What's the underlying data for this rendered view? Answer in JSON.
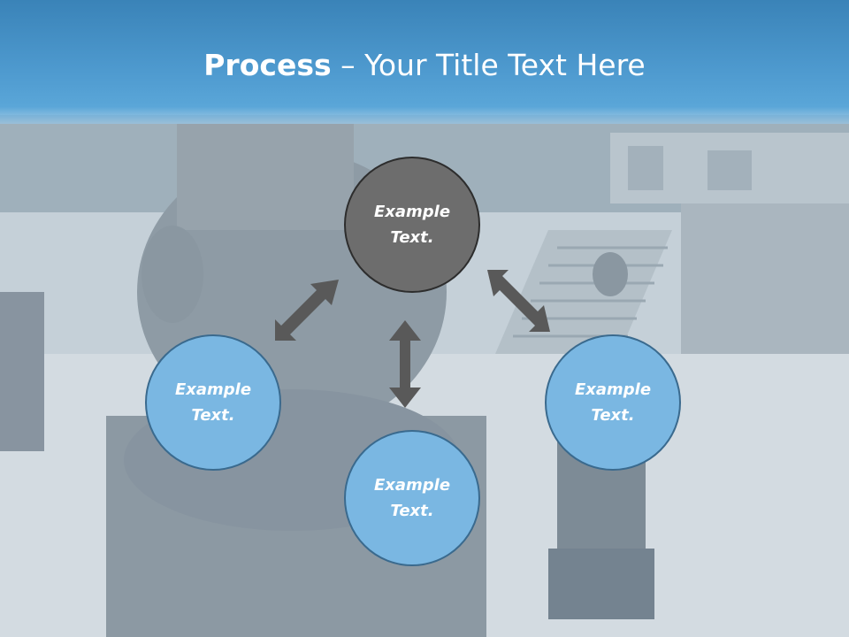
{
  "title": {
    "bold": "Process",
    "rest": " – Your Title Text Here"
  },
  "nodes": {
    "top": {
      "line1": "Example",
      "line2": "Text."
    },
    "left": {
      "line1": "Example",
      "line2": "Text."
    },
    "right": {
      "line1": "Example",
      "line2": "Text."
    },
    "bottom": {
      "line1": "Example",
      "line2": "Text."
    }
  },
  "colors": {
    "title_band": "#4f9bd0",
    "node_dark": "#6d6d6d",
    "node_light": "#7ab7e2",
    "arrow": "#595959"
  }
}
